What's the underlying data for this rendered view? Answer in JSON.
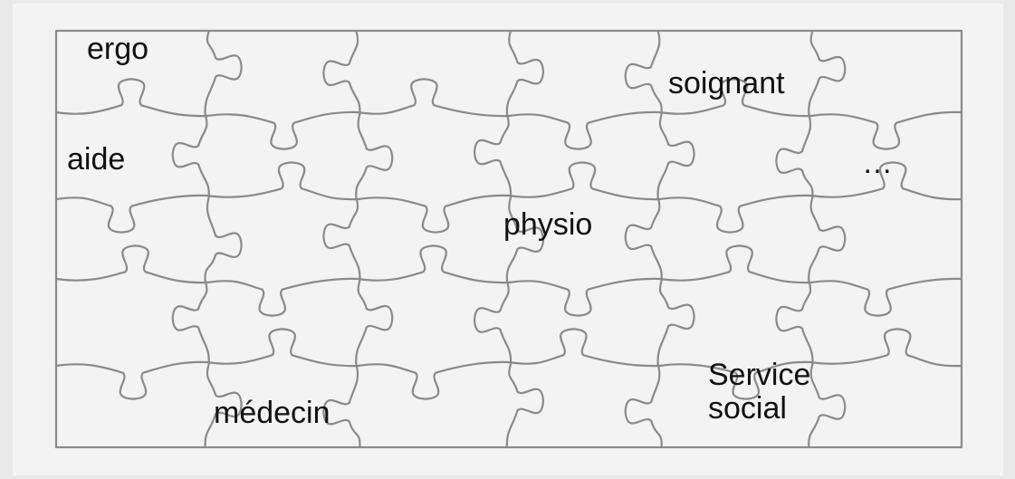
{
  "puzzle": {
    "paper_color": "#f3f3f3",
    "line_color": "#8a8a8a",
    "background_color": "#e9e9e9",
    "columns": 6,
    "rows": 5
  },
  "labels": {
    "ergo": "ergo",
    "soignant": "soignant",
    "aide": "aide",
    "ellipsis": "…",
    "physio": "physio",
    "medecin": "médecin",
    "service_line1": "Service",
    "service_line2": "social"
  }
}
